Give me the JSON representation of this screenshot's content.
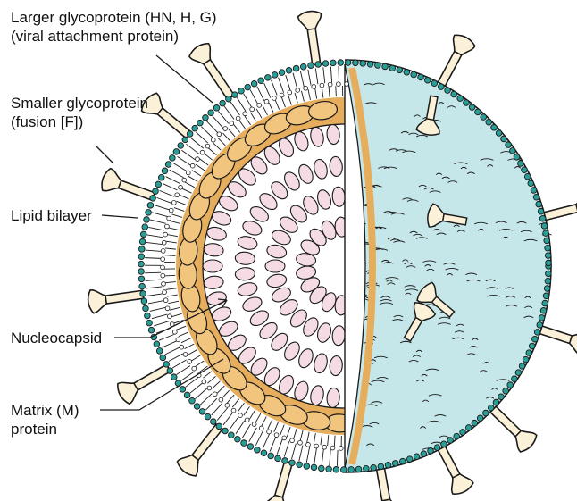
{
  "labels": {
    "larger_glycoprotein": {
      "line1": "Larger glycoprotein (HN, H, G)",
      "line2": "(viral attachment protein)"
    },
    "smaller_glycoprotein": {
      "line1": "Smaller glycoprotein",
      "line2": "(fusion [F])"
    },
    "lipid_bilayer": "Lipid bilayer",
    "nucleocapsid": "Nucleocapsid",
    "matrix_protein": {
      "line1": "Matrix (M)",
      "line2": "protein"
    }
  },
  "colors": {
    "exterior_surface": "#c6e7ea",
    "matrix_layer": "#e6ae5c",
    "matrix_subunit": "#f2c57e",
    "nucleocapsid_subunit": "#f4dbe4",
    "spike": "#fbf1d9",
    "lipid_head": "#2a9d96",
    "outline": "#1a1a1a"
  }
}
